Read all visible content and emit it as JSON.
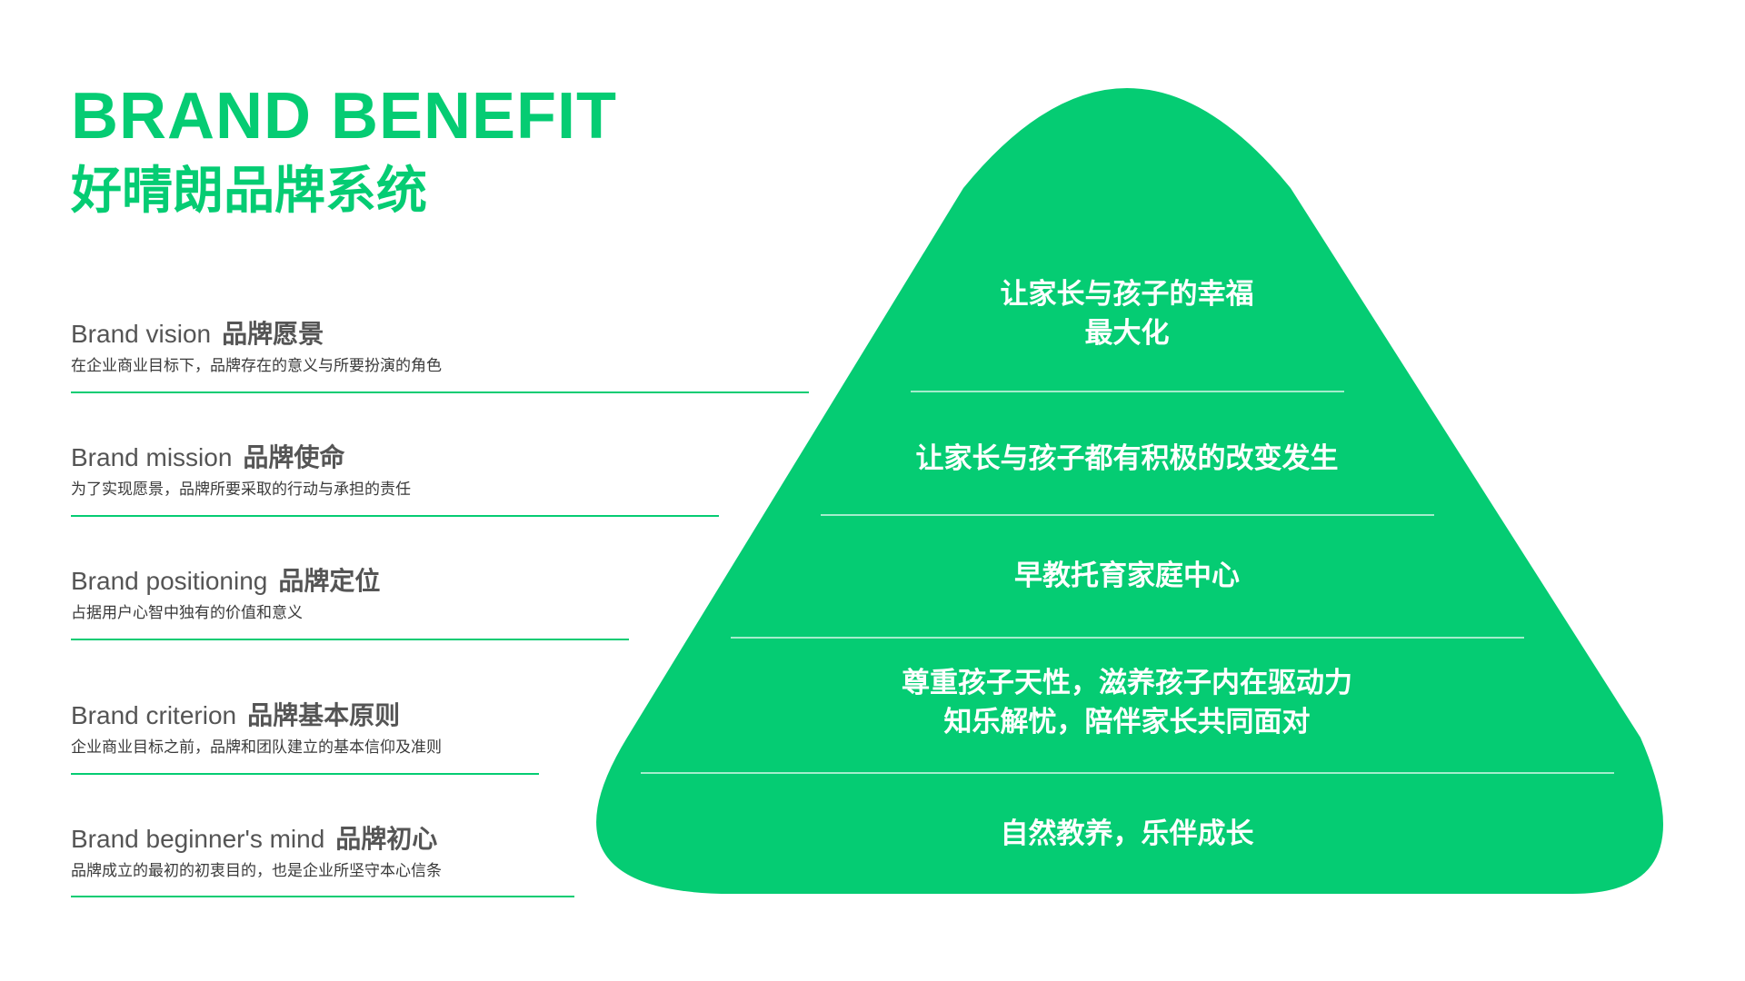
{
  "title": {
    "en": "BRAND BENEFIT",
    "cn": "好晴朗品牌系统"
  },
  "items": [
    {
      "en": "Brand vision",
      "cn": "品牌愿景",
      "desc": "在企业商业目标下，品牌存在的意义与所要扮演的角色"
    },
    {
      "en": "Brand mission",
      "cn": "品牌使命",
      "desc": "为了实现愿景，品牌所要采取的行动与承担的责任"
    },
    {
      "en": "Brand positioning",
      "cn": "品牌定位",
      "desc": "占据用户心智中独有的价值和意义"
    },
    {
      "en": "Brand criterion",
      "cn": "品牌基本原则",
      "desc": "企业商业目标之前，品牌和团队建立的基本信仰及准则"
    },
    {
      "en": "Brand beginner's mind",
      "cn": "品牌初心",
      "desc": "品牌成立的最初的初衷目的，也是企业所坚守本心信条"
    }
  ],
  "pyramid": {
    "layers": [
      {
        "line1": "让家长与孩子的幸福",
        "line2": "最大化"
      },
      {
        "line1": "让家长与孩子都有积极的改变发生",
        "line2": ""
      },
      {
        "line1": "早教托育家庭中心",
        "line2": ""
      },
      {
        "line1": "尊重孩子天性，滋养孩子内在驱动力",
        "line2": "知乐解忧，陪伴家长共同面对"
      },
      {
        "line1": "自然教养，乐伴成长",
        "line2": ""
      }
    ]
  },
  "colors": {
    "accent": "#05cc73",
    "text": "#555555",
    "white": "#ffffff"
  }
}
